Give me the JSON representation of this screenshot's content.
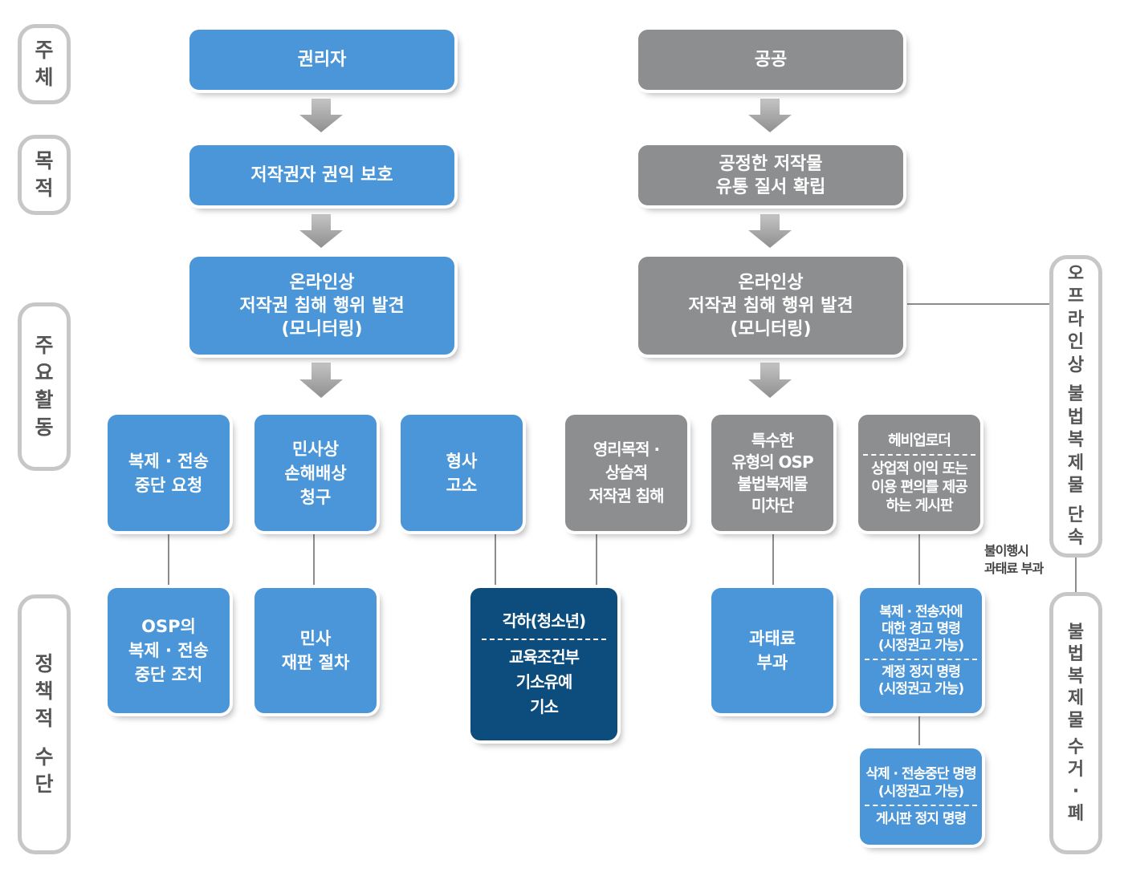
{
  "side_labels": {
    "subject": "주체",
    "purpose": "목적",
    "activities": "주요활동",
    "measures": "정책적 수단",
    "offline": "오프라인상 불법복제물 단속",
    "disposal": "불법복제물 수거·폐기"
  },
  "rights_holder": {
    "subject": "권리자",
    "purpose": "저작권자 권익 보호",
    "monitoring": [
      "온라인상",
      "저작권 침해 행위 발견",
      "(모니터링)"
    ],
    "activities": [
      [
        "복제 · 전송",
        "중단 요청"
      ],
      [
        "민사상",
        "손해배상",
        "청구"
      ],
      [
        "형사",
        "고소"
      ]
    ],
    "measures": [
      [
        "OSP의",
        "복제 · 전송",
        "중단 조치"
      ],
      [
        "민사",
        "재판 절차"
      ]
    ]
  },
  "public": {
    "subject": "공공",
    "purpose": [
      "공정한 저작물",
      "유통 질서 확립"
    ],
    "monitoring": [
      "온라인상",
      "저작권 침해 행위 발견",
      "(모니터링)"
    ],
    "activities": [
      [
        "영리목적 ·",
        "상습적",
        "저작권 침해"
      ],
      [
        "특수한",
        "유형의 OSP",
        "불법복제물",
        "미차단"
      ],
      {
        "top": "헤비업로더",
        "bottom": [
          "상업적 이익 또는",
          "이용 편의를 제공",
          "하는 게시판"
        ]
      }
    ],
    "measures": {
      "fine": [
        "과태료",
        "부과"
      ],
      "orders": {
        "top": [
          "복제 · 전송자에",
          "대한 경고 명령",
          "(시정권고 가능)"
        ],
        "bottom": [
          "계정 정지 명령",
          "(시정권고 가능)"
        ]
      },
      "deletion": {
        "top": [
          "삭제 · 전송중단 명령",
          "(시정권고 가능)"
        ],
        "bottom": [
          "게시판 정지 명령"
        ]
      }
    },
    "noncompliance_note": [
      "불이행시",
      "과태료 부과"
    ]
  },
  "criminal_outcome": {
    "top": "각하(청소년)",
    "bottom": [
      "교육조건부",
      "기소유예",
      "기소"
    ]
  },
  "colors": {
    "rights_holder": "#4a96d8",
    "public": "#8c8e90",
    "criminal": "#0d4d7d",
    "arrow": "#9c9c9c",
    "connector": "#666666",
    "label_border": "#c7c7c7"
  }
}
